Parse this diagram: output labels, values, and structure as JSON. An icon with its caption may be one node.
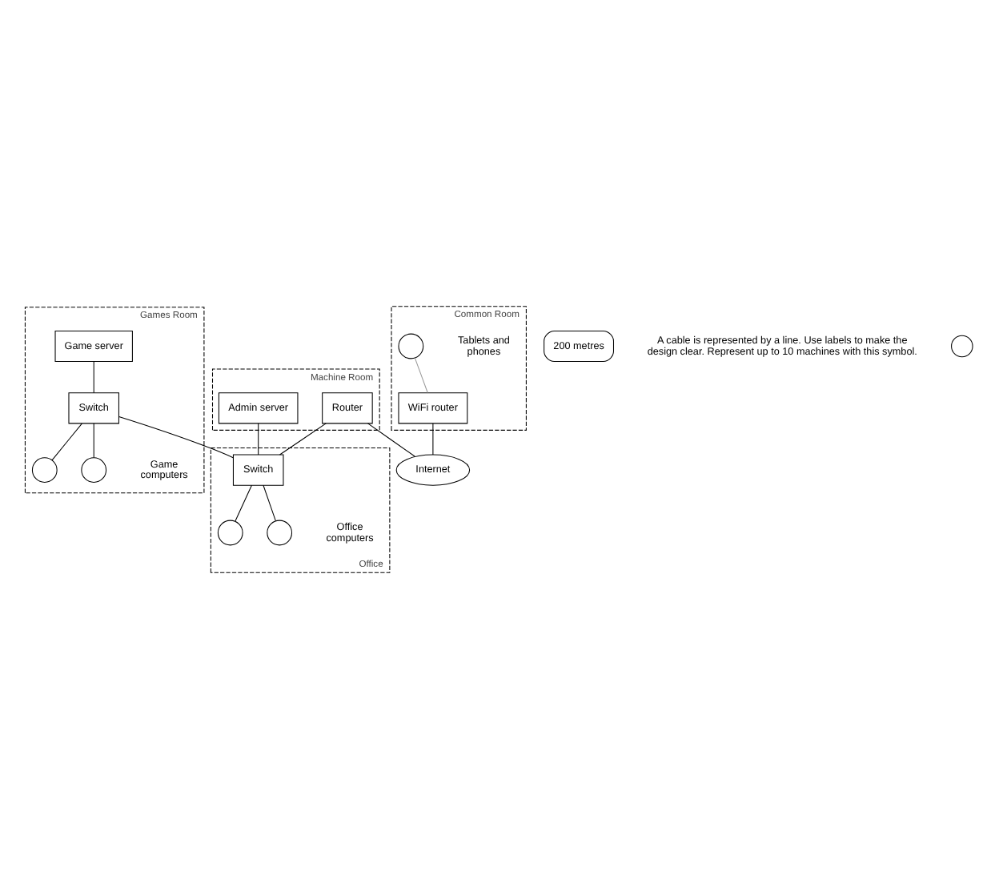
{
  "diagram": {
    "nodes": [
      {
        "text": [
          "Games Room"
        ]
      },
      {
        "text": [
          "Game server"
        ],
        "in": 0
      },
      {
        "text": [
          "Switch"
        ],
        "in": 0
      },
      {
        "text": [],
        "shape": "circle",
        "in": 0
      },
      {
        "text": [],
        "shape": "circle",
        "in": 0,
        "beside": [
          "Game computers"
        ]
      },
      {
        "text": [
          "Common Room"
        ]
      },
      {
        "text": [],
        "shape": "circle",
        "in": 5,
        "beside": [
          "Tablets and phones"
        ]
      },
      {
        "text": [
          "WiFi router"
        ],
        "in": 5
      },
      {
        "text": [
          "Machine Room"
        ]
      },
      {
        "text": [
          "Admin server"
        ],
        "in": 8
      },
      {
        "text": [
          "Router"
        ],
        "in": 8
      },
      {
        "text": [
          "Office"
        ]
      },
      {
        "text": [
          "Switch"
        ],
        "in": 11
      },
      {
        "text": [],
        "shape": "circle",
        "in": 11
      },
      {
        "text": [],
        "shape": "circle",
        "in": 11,
        "beside": [
          "Office computers"
        ]
      },
      {
        "text": [
          "Internet"
        ]
      }
    ],
    "edges": [
      {
        "from": 1,
        "to": 2,
        "arrow": "none"
      },
      {
        "from": 2,
        "to": 3,
        "arrow": "none"
      },
      {
        "from": 2,
        "to": 4,
        "arrow": "none"
      },
      {
        "from": 2,
        "to": 12,
        "arrow": "none"
      },
      {
        "from": 6,
        "to": 7,
        "arrow": "none",
        "color": "#999999"
      },
      {
        "from": 9,
        "to": 12,
        "arrow": "none"
      },
      {
        "from": 10,
        "to": 12,
        "arrow": "none"
      },
      {
        "from": 12,
        "to": 13,
        "arrow": "none"
      },
      {
        "from": 12,
        "to": 14,
        "arrow": "none"
      },
      {
        "from": 10,
        "to": 15,
        "arrow": "none"
      },
      {
        "from": 7,
        "to": 15,
        "arrow": "none"
      }
    ],
    "labels": [
      "200 metres"
    ],
    "legend": [
      {
        "text": "A cable is represented by a line. Use labels to make the design clear. Represent up to 10 machines with this symbol."
      }
    ]
  }
}
